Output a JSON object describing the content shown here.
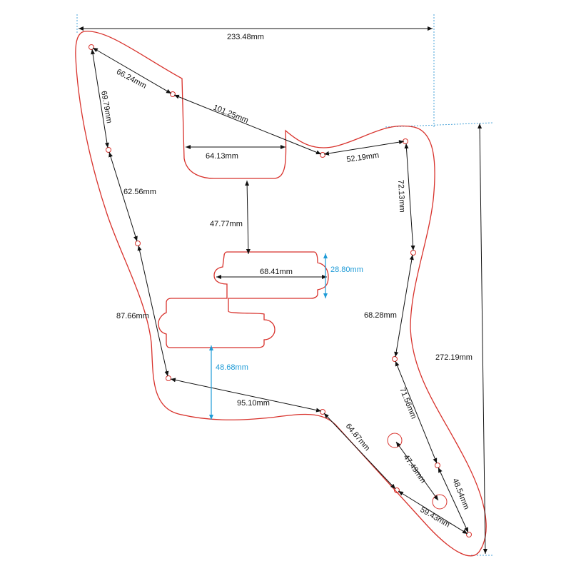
{
  "title": "Pickguard dimension drawing",
  "colors": {
    "outline": "#d8322c",
    "dimension": "#111111",
    "highlight_dimension": "#1e9bd7"
  },
  "dimensions": {
    "overall_width": "233.48mm",
    "overall_height": "272.19mm",
    "d1": "66.24mm",
    "d2": "69.79mm",
    "d3": "101.25mm",
    "neck_pocket_width": "64.13mm",
    "d5": "52.19mm",
    "d6": "62.56mm",
    "d7": "72.13mm",
    "pocket_to_pickup": "47.77mm",
    "pickup_width": "68.41mm",
    "pickup_height": "28.80mm",
    "d11": "87.66mm",
    "d12": "68.28mm",
    "pickup_to_edge": "48.68mm",
    "d14": "95.10mm",
    "d15": "71.56mm",
    "d16": "64.87mm",
    "d17": "47.49mm",
    "d18": "48.54mm",
    "d19": "59.43mm"
  }
}
